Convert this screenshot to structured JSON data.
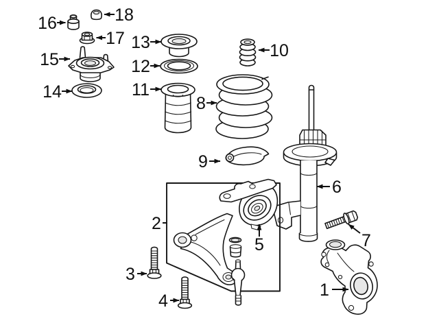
{
  "diagram": {
    "type": "exploded-parts-diagram",
    "colors": {
      "background": "#ffffff",
      "line": "#161616"
    },
    "callouts": [
      {
        "number": "1"
      },
      {
        "number": "2"
      },
      {
        "number": "3"
      },
      {
        "number": "4"
      },
      {
        "number": "5"
      },
      {
        "number": "6"
      },
      {
        "number": "7"
      },
      {
        "number": "8"
      },
      {
        "number": "9"
      },
      {
        "number": "10"
      },
      {
        "number": "11"
      },
      {
        "number": "12"
      },
      {
        "number": "13"
      },
      {
        "number": "14"
      },
      {
        "number": "15"
      },
      {
        "number": "16"
      },
      {
        "number": "17"
      },
      {
        "number": "18"
      }
    ]
  }
}
